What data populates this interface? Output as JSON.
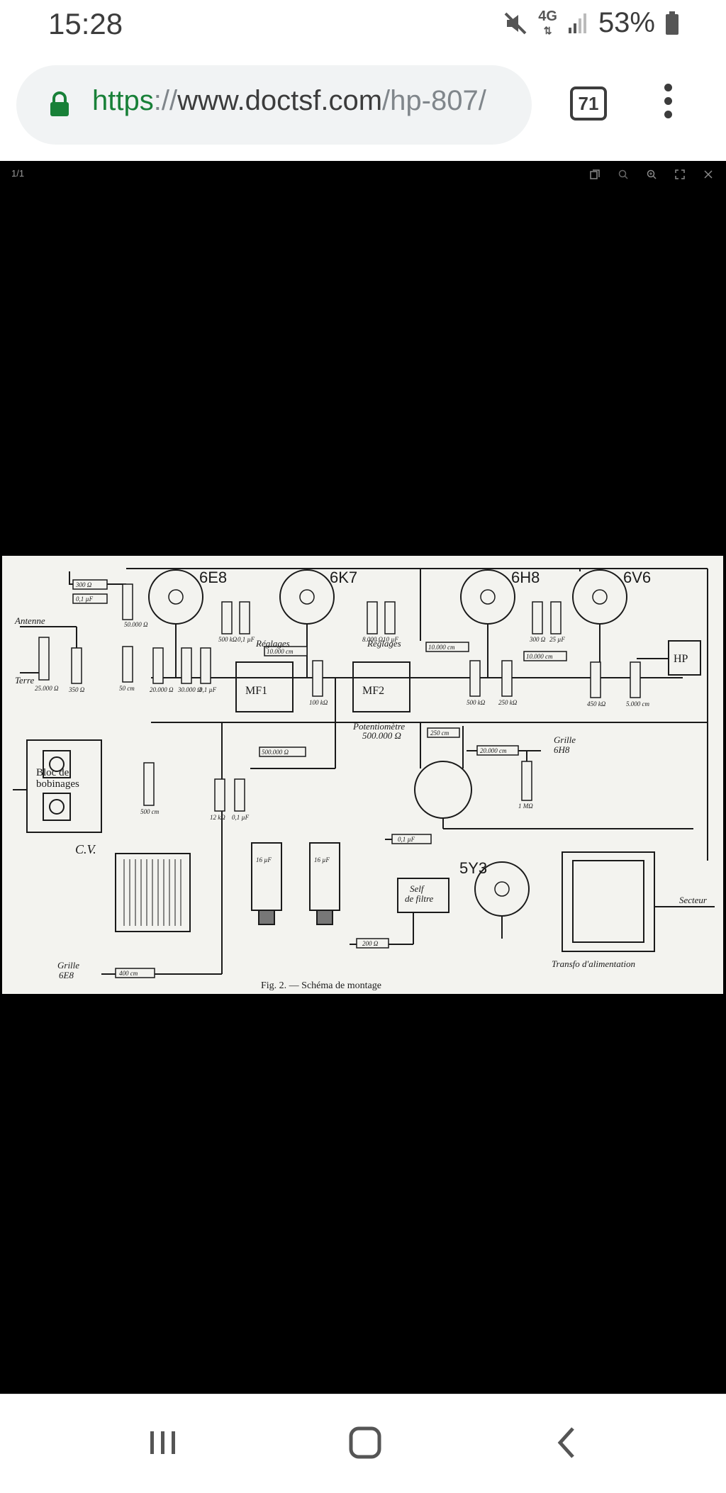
{
  "status_bar": {
    "time": "15:28",
    "network": "4G",
    "battery": "53%"
  },
  "browser": {
    "url_scheme": "https",
    "url_sep": "://",
    "url_host": "www.doctsf.com",
    "url_path": "/hp-807/",
    "tab_count": "71"
  },
  "viewer": {
    "page_indicator": "1/1"
  },
  "schematic": {
    "tubes": [
      "6E8",
      "6K7",
      "6H8",
      "6V6",
      "5Y3"
    ],
    "labels": {
      "antenne": "Antenne",
      "terre": "Terre",
      "bloc": "Bloc de",
      "bobinages": "bobinages",
      "cv": "C.V.",
      "grille": "Grille",
      "grille_tube": "6E8",
      "grille2": "Grille",
      "grille2_tube": "6H8",
      "reglages1": "Réglages",
      "reglages2": "Réglages",
      "mf1": "MF1",
      "mf2": "MF2",
      "hp": "HP",
      "potentiometre": "Potentiomètre",
      "pot_value": "500.000 Ω",
      "self1": "Self",
      "self2": "de filtre",
      "secteur": "Secteur",
      "transfo": "Transfo d'alimentation",
      "caption": "Fig. 2. — Schéma de montage"
    },
    "values": {
      "r_300": "300 Ω",
      "c_01a": "0,1 µF",
      "r_50000": "50.000 Ω",
      "r_25000": "25.000 Ω",
      "r_350": "350 Ω",
      "c_50cm": "50 cm",
      "r_20000": "20.000 Ω",
      "r_30000": "30.000 Ω",
      "c_01b": "0,1 µF",
      "r_500k": "500 kΩ",
      "c_01c": "0,1 µF",
      "c_10000a": "10.000 cm",
      "r_100k": "100 kΩ",
      "r_8000": "8.000 Ω",
      "c_10": "10 µF",
      "c_10000b": "10.000 cm",
      "r_500b": "500 kΩ",
      "r_250k": "250 kΩ",
      "r_300b": "300 Ω",
      "c_25": "25 µF",
      "c_10000c": "10.000 cm",
      "r_450k": "450 kΩ",
      "c_5000": "5.000 cm",
      "c_250": "250 cm",
      "c_20000": "20.000 cm",
      "r_1m": "1 MΩ",
      "c_500cm": "500 cm",
      "r_500000": "500.000 Ω",
      "r_12k": "12 kΩ",
      "c_01d": "0,1 µF",
      "c_01e": "0,1 µF",
      "c_16a": "16 µF",
      "c_16b": "16 µF",
      "r_200": "200 Ω",
      "c_400": "400 cm"
    }
  }
}
